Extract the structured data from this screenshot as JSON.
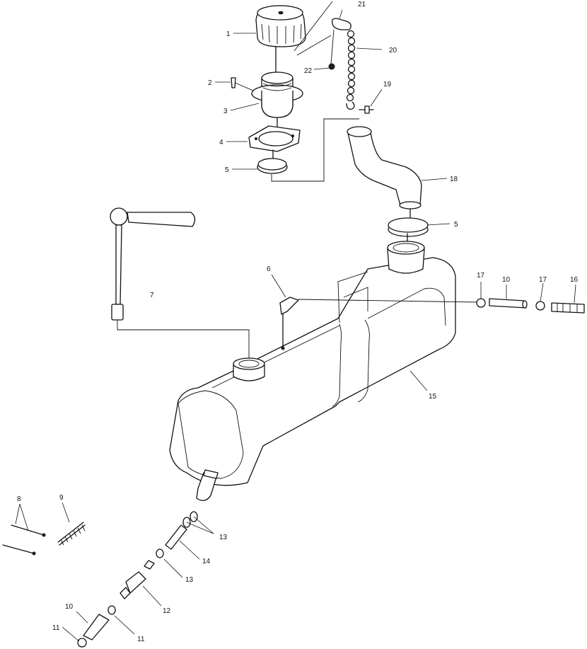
{
  "callouts": [
    {
      "id": "c1",
      "label": "1"
    },
    {
      "id": "c2",
      "label": "2"
    },
    {
      "id": "c3",
      "label": "3"
    },
    {
      "id": "c4",
      "label": "4"
    },
    {
      "id": "c5a",
      "label": "5"
    },
    {
      "id": "c5b",
      "label": "5"
    },
    {
      "id": "c6",
      "label": "6"
    },
    {
      "id": "c7",
      "label": "7"
    },
    {
      "id": "c8",
      "label": "8"
    },
    {
      "id": "c9",
      "label": "9"
    },
    {
      "id": "c10a",
      "label": "10"
    },
    {
      "id": "c10b",
      "label": "10"
    },
    {
      "id": "c11a",
      "label": "11"
    },
    {
      "id": "c11b",
      "label": "11"
    },
    {
      "id": "c12",
      "label": "12"
    },
    {
      "id": "c13a",
      "label": "13"
    },
    {
      "id": "c13b",
      "label": "13"
    },
    {
      "id": "c14",
      "label": "14"
    },
    {
      "id": "c15",
      "label": "15"
    },
    {
      "id": "c16",
      "label": "16"
    },
    {
      "id": "c17a",
      "label": "17"
    },
    {
      "id": "c17b",
      "label": "17"
    },
    {
      "id": "c18",
      "label": "18"
    },
    {
      "id": "c19",
      "label": "19"
    },
    {
      "id": "c20",
      "label": "20"
    },
    {
      "id": "c21",
      "label": "21"
    },
    {
      "id": "c22",
      "label": "22"
    }
  ]
}
